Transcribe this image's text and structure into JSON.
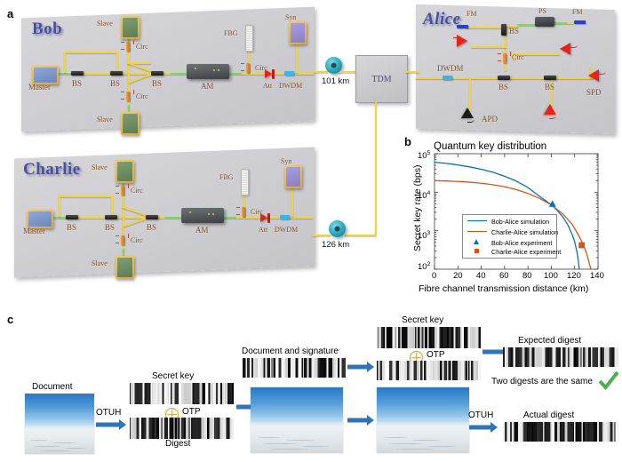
{
  "figure": {
    "panels": [
      {
        "id": "a",
        "letter": "a"
      },
      {
        "id": "b",
        "letter": "b"
      },
      {
        "id": "c",
        "letter": "c"
      }
    ]
  },
  "panel_a": {
    "bob": {
      "title": "Bob",
      "labels": {
        "master": "Master",
        "slave_top": "Slave",
        "slave_bottom": "Slave",
        "bs1": "BS",
        "bs2": "BS",
        "bs3": "BS",
        "circ_top": "Circ",
        "circ_bottom": "Circ",
        "circ_right": "Circ",
        "fbg": "FBG",
        "am": "AM",
        "att": "Att",
        "dwdm": "DWDM",
        "syn": "Syn"
      }
    },
    "charlie": {
      "title": "Charlie",
      "labels": {
        "master": "Master",
        "slave_top": "Slave",
        "slave_bottom": "Slave",
        "bs1": "BS",
        "bs2": "BS",
        "bs3": "BS",
        "circ_top": "Circ",
        "circ_bottom": "Circ",
        "circ_right": "Circ",
        "fbg": "FBG",
        "am": "AM",
        "att": "Att",
        "dwdm": "DWDM",
        "syn": "Syn"
      }
    },
    "alice": {
      "title": "Alice",
      "labels": {
        "fm_left": "FM",
        "fm_right": "FM",
        "ps": "PS",
        "bs_top": "BS",
        "circ": "Circ",
        "dwdm": "DWDM",
        "bs_mid": "BS",
        "bs_right": "BS",
        "apd": "APD",
        "spd": "SPD"
      }
    },
    "links": {
      "tdm": "TDM",
      "distance_bob": "101 km",
      "distance_charlie": "126 km"
    }
  },
  "chart_data": {
    "type": "line",
    "title": "Quantum key distribution",
    "xlabel": "Fibre channel transmission distance (km)",
    "ylabel": "Secret key rate (bps)",
    "xlim": [
      0,
      140
    ],
    "ylim": [
      100,
      100000
    ],
    "yscale": "log",
    "xticks": [
      0,
      20,
      40,
      60,
      80,
      100,
      120,
      140
    ],
    "xticklabels": [
      "0",
      "20",
      "40",
      "60",
      "80",
      "100",
      "120",
      "140"
    ],
    "yticks": [
      100,
      1000,
      10000,
      100000
    ],
    "yticklabels": [
      "10^2",
      "10^3",
      "10^4",
      "10^5"
    ],
    "ytick_exponents": [
      "2",
      "3",
      "4",
      "5"
    ],
    "ytick_base": "10",
    "grid": false,
    "legend_position": "lower left",
    "series": [
      {
        "name": "Bob-Alice simulation",
        "type": "line",
        "color": "#0072BD",
        "x": [
          0,
          10,
          20,
          30,
          40,
          50,
          60,
          70,
          80,
          90,
          95,
          100,
          105,
          110,
          114,
          118,
          120,
          122,
          123,
          124
        ],
        "y": [
          60000,
          56000,
          51000,
          45500,
          39500,
          33000,
          26000,
          19500,
          13200,
          7800,
          6100,
          4700,
          3400,
          2250,
          1450,
          780,
          520,
          280,
          180,
          100
        ]
      },
      {
        "name": "Charlie-Alice simulation",
        "type": "line",
        "color": "#D95319",
        "x": [
          0,
          10,
          20,
          30,
          40,
          50,
          60,
          70,
          80,
          90,
          100,
          110,
          118,
          124,
          128,
          130,
          132,
          133,
          134
        ],
        "y": [
          20000,
          19600,
          19000,
          18200,
          17100,
          15700,
          13900,
          11700,
          9300,
          6900,
          4700,
          2700,
          1450,
          700,
          390,
          270,
          165,
          125,
          100
        ]
      },
      {
        "name": "Bob-Alice experiment",
        "type": "scatter",
        "marker": "triangle",
        "color": "#0072BD",
        "x": [
          101
        ],
        "y": [
          5000
        ]
      },
      {
        "name": "Charlie-Alice experiment",
        "type": "scatter",
        "marker": "square",
        "color": "#D95319",
        "x": [
          126
        ],
        "y": [
          420
        ]
      }
    ],
    "legend": [
      {
        "label": "Bob-Alice simulation",
        "kind": "line",
        "color": "#0072BD"
      },
      {
        "label": "Charlie-Alice simulation",
        "kind": "line",
        "color": "#D95319"
      },
      {
        "label": "Bob-Alice experiment",
        "kind": "triangle",
        "color": "#0072BD"
      },
      {
        "label": "Charlie-Alice experiment",
        "kind": "square",
        "color": "#D95319"
      }
    ]
  },
  "panel_c": {
    "labels": {
      "document": "Document",
      "secret_key_1": "Secret key",
      "digest": "Digest",
      "otuh_1": "OTUH",
      "otp_1": "OTP",
      "document_and_signature": "Document and signature",
      "secret_key_2": "Secret key",
      "otp_2": "OTP",
      "expected_digest": "Expected digest",
      "actual_digest": "Actual digest",
      "otuh_2": "OTUH",
      "conclusion": "Two digests are the same"
    },
    "colors": {
      "arrow": "#2f73b8",
      "xor": "#c8a21f",
      "check": "#4caf50"
    }
  }
}
